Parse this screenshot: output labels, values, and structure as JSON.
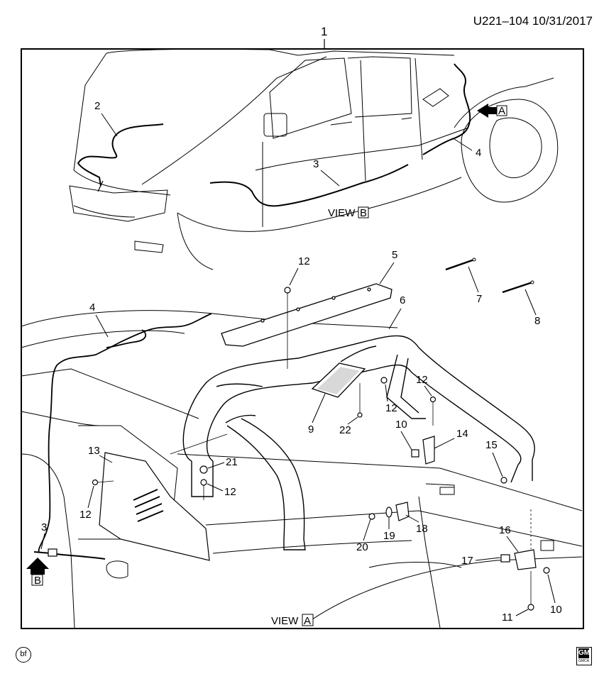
{
  "header": {
    "doc_id": "U221–104  10/31/2017"
  },
  "assembly_callout": "1",
  "views": {
    "view_b": {
      "label": "VIEW",
      "letter": "B"
    },
    "view_a": {
      "label": "VIEW",
      "letter": "A"
    }
  },
  "arrows": {
    "a": "A",
    "b": "B"
  },
  "callouts": {
    "c2": "2",
    "c3_top": "3",
    "c4_top": "4",
    "c4_left": "4",
    "c3_left": "3",
    "c5": "5",
    "c6": "6",
    "c7": "7",
    "c8": "8",
    "c9": "9",
    "c10_mid": "10",
    "c10_low": "10",
    "c11": "11",
    "c12_top": "12",
    "c12_mid": "12",
    "c12_right": "12",
    "c12_left": "12",
    "c12_center": "12",
    "c13": "13",
    "c14": "14",
    "c15": "15",
    "c16": "16",
    "c17": "17",
    "c18": "18",
    "c19": "19",
    "c20": "20",
    "c21": "21",
    "c22": "22"
  },
  "logos": {
    "bf": "bf",
    "gm": "GM",
    "gm_sub": "GMCA"
  }
}
